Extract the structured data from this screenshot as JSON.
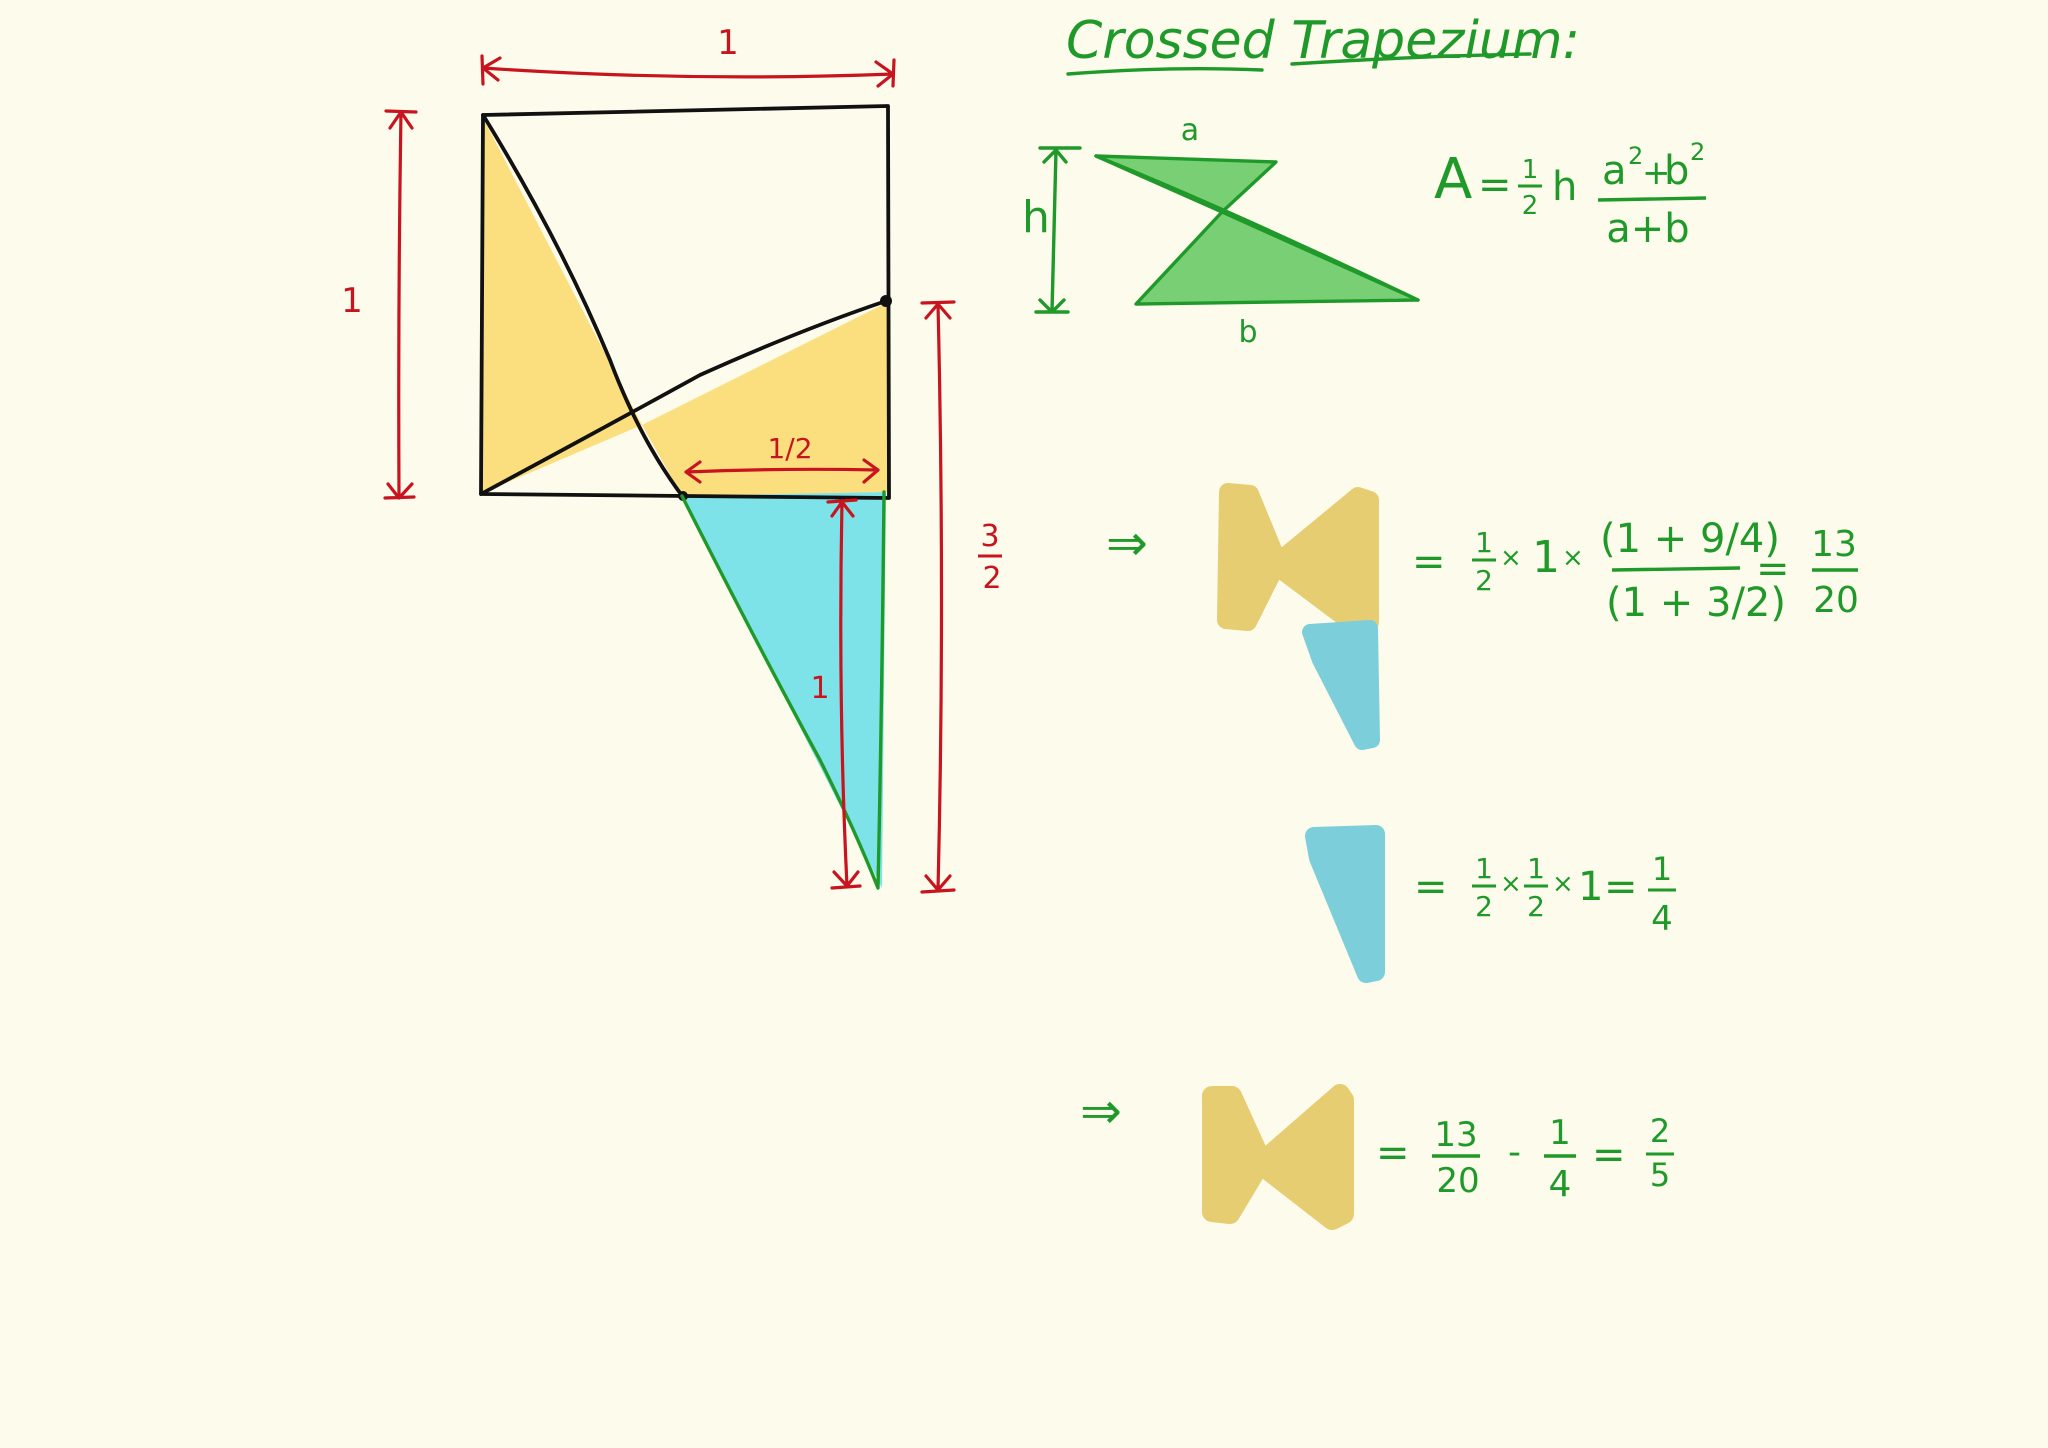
{
  "title": "Crossed Trapezium:",
  "geometry_labels": {
    "top_width": "1",
    "left_height": "1",
    "half_width": "1/2",
    "right_height_num": "3",
    "right_height_den": "2",
    "blue_height": "1"
  },
  "formula_labels": {
    "a": "a",
    "b": "b",
    "h": "h",
    "A": "A",
    "eq": "=",
    "half_num": "1",
    "half_den": "2",
    "h_var": "h",
    "num_a": "a",
    "num_sup_a": "2",
    "num_plus": "+",
    "num_b": "b",
    "num_sup_b": "2",
    "denom": "a+b"
  },
  "steps": [
    {
      "arrow": "⇒",
      "eq": "=",
      "half_num": "1",
      "half_den": "2",
      "times1": "×",
      "one": "1",
      "times2": "×",
      "numerator": "(1 + 9/4)",
      "denominator": "(1 + 3/2)",
      "eq2": "=",
      "result_num": "13",
      "result_den": "20"
    },
    {
      "eq": "=",
      "a_num": "1",
      "a_den": "2",
      "times1": "×",
      "b_num": "1",
      "b_den": "2",
      "times2": "×",
      "one": "1",
      "eq2": "=",
      "result_num": "1",
      "result_den": "4"
    },
    {
      "arrow": "⇒",
      "eq": "=",
      "a_num": "13",
      "a_den": "20",
      "minus": "-",
      "b_num": "1",
      "b_den": "4",
      "eq2": "=",
      "result_num": "2",
      "result_den": "5"
    }
  ],
  "colors": {
    "background": "#fdfbeb",
    "yellow": "#fbdf7f",
    "yellow_blob": "#e6cd72",
    "blue": "#7ee3e8",
    "blue_blob": "#7ccfda",
    "green_fill": "#79cf74",
    "red": "#c8141e",
    "green": "#1f9a2a",
    "black": "#111111"
  }
}
